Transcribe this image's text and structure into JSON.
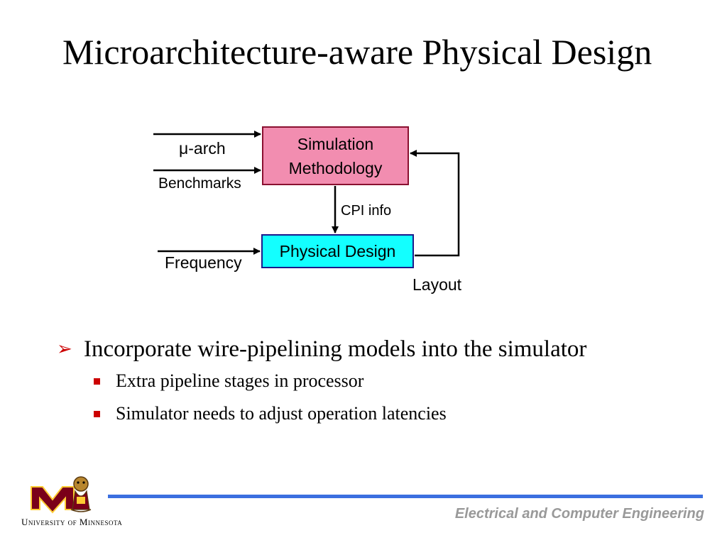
{
  "slide": {
    "title": "Microarchitecture-aware Physical Design"
  },
  "diagram": {
    "sim_box_line1": "Simulation",
    "sim_box_line2": "Methodology",
    "pd_box": "Physical Design",
    "input_arch": "μ-arch",
    "input_benchmarks": "Benchmarks",
    "edge_cpi": "CPI info",
    "input_frequency": "Frequency",
    "output_layout": "Layout",
    "colors": {
      "sim_box_fill": "#f28db0",
      "pd_box_fill": "#13ffff"
    }
  },
  "bullets": {
    "main": "Incorporate wire-pipelining models into the simulator",
    "subs": [
      "Extra pipeline stages in processor",
      "Simulator needs to adjust operation latencies"
    ],
    "marker_color": "#cc0000"
  },
  "footer": {
    "department": "Electrical and Computer Engineering",
    "university": "University of Minnesota",
    "line_color": "#3b6fe0"
  }
}
